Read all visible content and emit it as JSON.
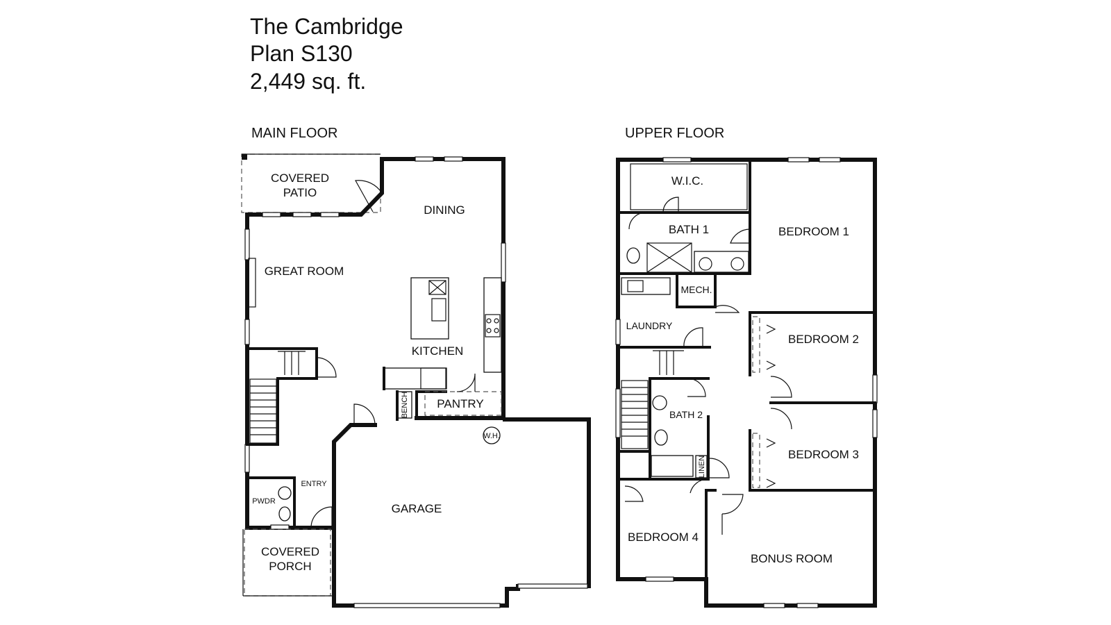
{
  "header": {
    "plan_name": "The Cambridge",
    "plan_code": "Plan S130",
    "area": "2,449 sq. ft."
  },
  "main_floor": {
    "label": "MAIN FLOOR",
    "rooms": {
      "covered_patio_l1": "COVERED",
      "covered_patio_l2": "PATIO",
      "dining": "DINING",
      "great_room": "GREAT ROOM",
      "kitchen": "KITCHEN",
      "pantry": "PANTRY",
      "bench": "BENCH",
      "wh": "W.H.",
      "entry": "ENTRY",
      "pwdr": "PWDR",
      "garage": "GARAGE",
      "covered_porch_l1": "COVERED",
      "covered_porch_l2": "PORCH"
    }
  },
  "upper_floor": {
    "label": "UPPER FLOOR",
    "rooms": {
      "wic": "W.I.C.",
      "bath1": "BATH 1",
      "bedroom1": "BEDROOM 1",
      "mech": "MECH.",
      "laundry": "LAUNDRY",
      "bedroom2": "BEDROOM 2",
      "bath2": "BATH 2",
      "linen": "LINEN",
      "bedroom3": "BEDROOM 3",
      "bedroom4": "BEDROOM 4",
      "bonus_room": "BONUS ROOM"
    }
  }
}
